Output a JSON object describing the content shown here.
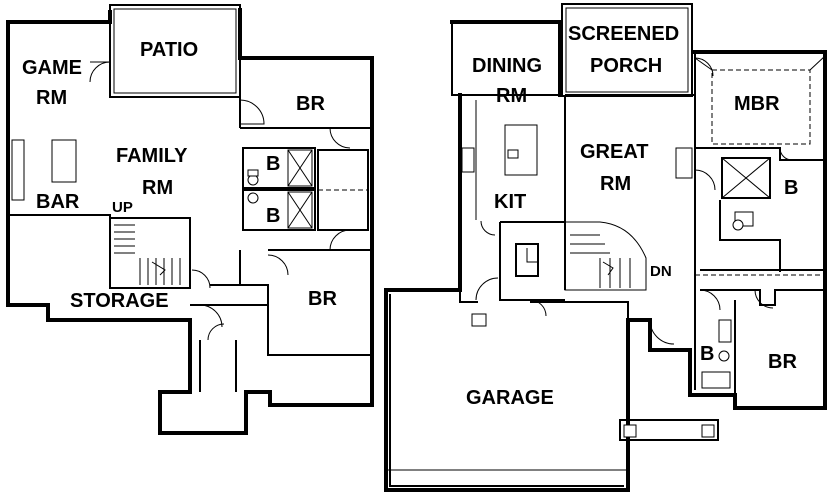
{
  "lower_level": {
    "patio": "PATIO",
    "game_room": [
      "GAME",
      "RM"
    ],
    "family_room": [
      "FAMILY",
      "RM"
    ],
    "bar": "BAR",
    "up": "UP",
    "bedroom_1": "BR",
    "bath_1": "B",
    "bath_2": "B",
    "bedroom_2": "BR",
    "storage": "STORAGE"
  },
  "main_level": {
    "dining_room": [
      "DINING",
      "RM"
    ],
    "screened_porch": [
      "SCREENED",
      "PORCH"
    ],
    "master_bedroom": "MBR",
    "great_room": [
      "GREAT",
      "RM"
    ],
    "kitchen": "KIT",
    "master_bath": "B",
    "down": "DN",
    "bath": "B",
    "bedroom": "BR",
    "garage": "GARAGE"
  }
}
